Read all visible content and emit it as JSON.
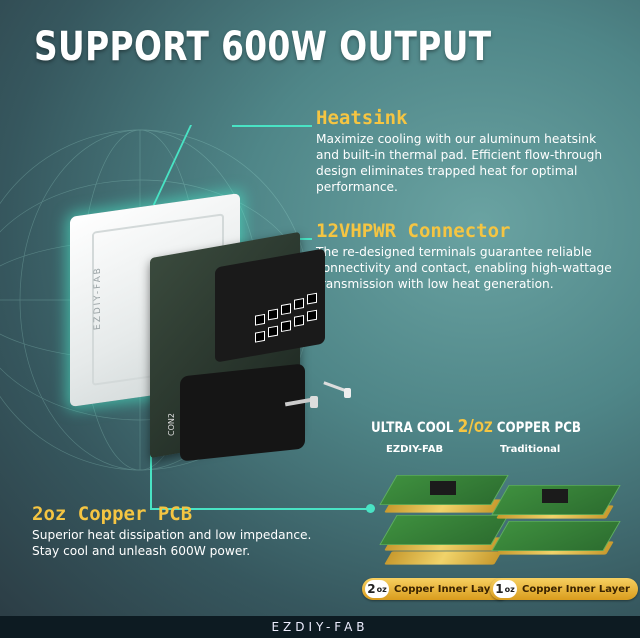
{
  "title": "SUPPORT 600W OUTPUT",
  "features": [
    {
      "heading": "Heatsink",
      "text": "Maximize cooling with our aluminum heatsink and built-in thermal pad. Efficient flow-through design eliminates trapped heat for optimal performance."
    },
    {
      "heading": "12VHPWR Connector",
      "text": "The re-designed terminals guarantee reliable connectivity and contact, enabling high-wattage transmission with low heat generation."
    },
    {
      "heading": "2oz Copper PCB",
      "text": "Superior heat dissipation and low impedance. Stay cool and unleash 600W power."
    }
  ],
  "product": {
    "brand_vertical": "EZDIY-FAB",
    "conn_label": "CON2"
  },
  "comparison": {
    "title_prefix": "ULTRA COOL",
    "title_num": "2",
    "title_unit": "OZ",
    "title_suffix": "COPPER PCB",
    "left_label": "EZDIY-FAB",
    "right_label": "Traditional",
    "left_pill": {
      "num": "2",
      "unit": "oz",
      "text": "Copper Inner Layer"
    },
    "right_pill": {
      "num": "1",
      "unit": "oz",
      "text": "Copper Inner Layer"
    }
  },
  "footer": "EZDIY-FAB",
  "colors": {
    "accent_line": "#49e3c4",
    "heading": "#f5c542"
  }
}
